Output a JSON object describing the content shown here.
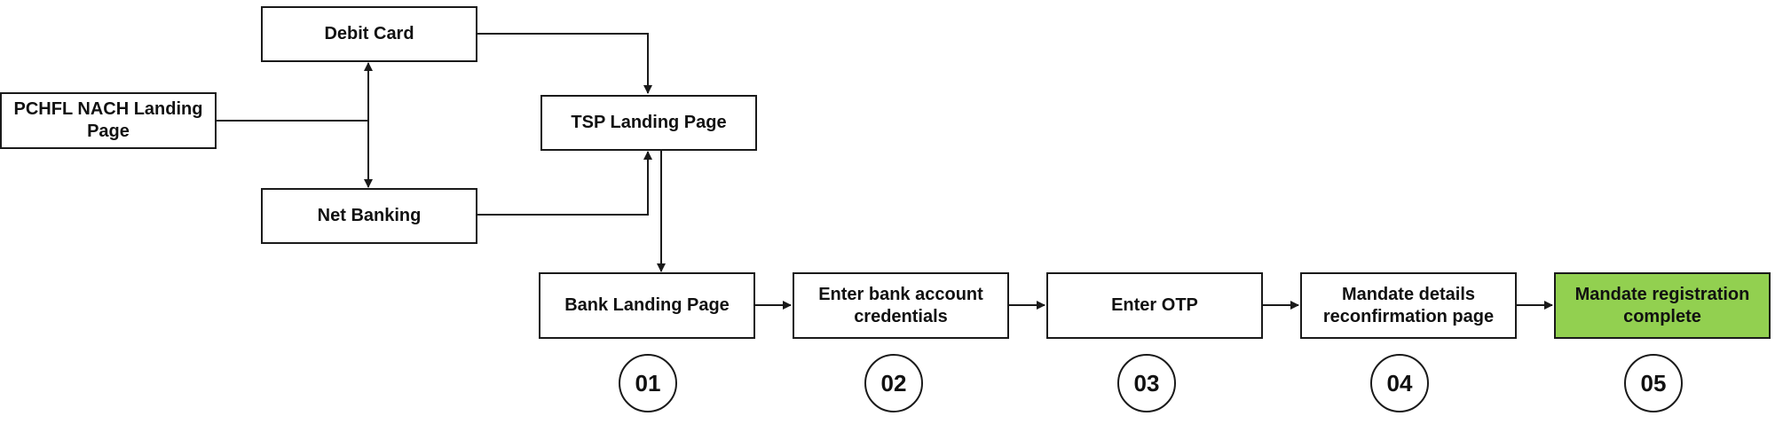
{
  "colors": {
    "complete_fill": "#92D050",
    "stroke": "#1a1a1a"
  },
  "nodes": {
    "nach_landing": "PCHFL NACH Landing Page",
    "debit_card": "Debit Card",
    "net_banking": "Net Banking",
    "tsp_landing": "TSP Landing Page",
    "bank_landing": "Bank Landing Page",
    "enter_credentials": "Enter bank account credentials",
    "enter_otp": "Enter OTP",
    "mandate_reconfirm": "Mandate details reconfirmation page",
    "mandate_complete": "Mandate registration complete"
  },
  "steps": [
    "01",
    "02",
    "03",
    "04",
    "05"
  ]
}
